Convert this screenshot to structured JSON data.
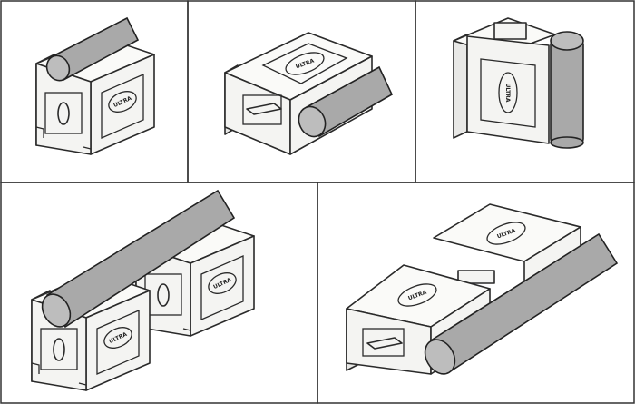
{
  "figure": {
    "label_text": "ULTRA",
    "panels": [
      {
        "id": "panel-1",
        "description_label": "ULTRA"
      },
      {
        "id": "panel-2",
        "description_label": "ULTRA"
      },
      {
        "id": "panel-3",
        "description_label": "ULTRA"
      },
      {
        "id": "panel-4",
        "description_label": "ULTRA"
      },
      {
        "id": "panel-5",
        "description_label": "ULTRA"
      }
    ]
  },
  "colors": {
    "roller": "#a9a9a9",
    "line": "#2a2a2a",
    "background": "#ffffff"
  }
}
